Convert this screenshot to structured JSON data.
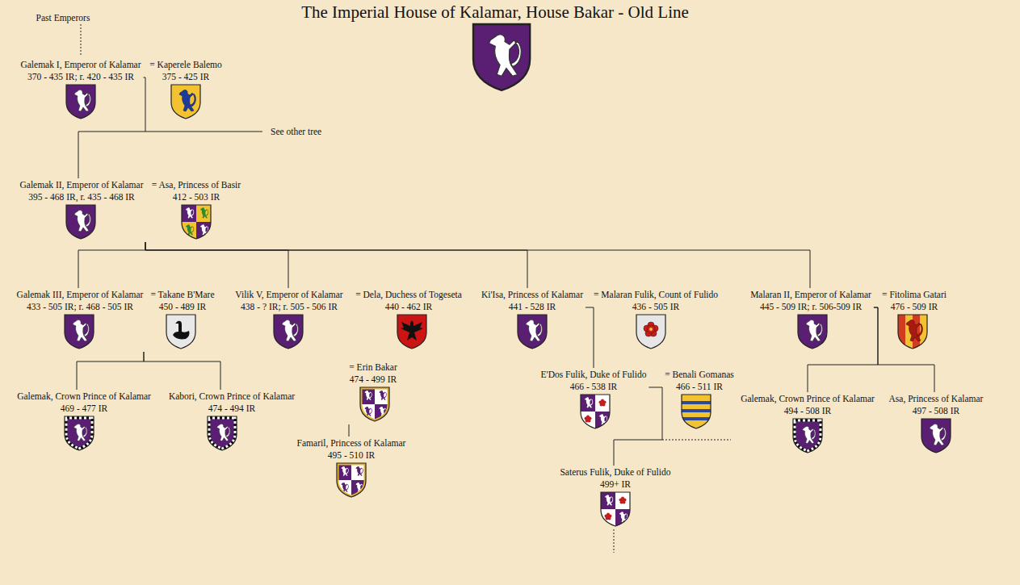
{
  "diagram": {
    "title": "The Imperial House of Kalamar, House Bakar - Old Line",
    "nodes": [
      {
        "text": [
          "Galemak I, Emperor of Kalamar",
          "370 - 435 IR; r. 420 - 435 IR"
        ]
      },
      {
        "text": [
          "= Kaperele Balemo",
          "375 - 425 IR"
        ]
      },
      {
        "text": [
          "Galemak II, Emperor of Kalamar",
          "395 - 468 IR, r. 435 - 468 IR"
        ]
      },
      {
        "text": [
          "= Asa, Princess of Basir",
          "412 - 503 IR"
        ]
      },
      {
        "text": [
          "Galemak III, Emperor of Kalamar",
          "433 - 505 IR; r. 468 - 505 IR"
        ]
      },
      {
        "text": [
          "= Takane B'Mare",
          "450 - 489 IR"
        ]
      },
      {
        "text": [
          "Vilik V, Emperor of Kalamar",
          "438 - ? IR; r. 505 - 506 IR"
        ]
      },
      {
        "text": [
          "= Dela, Duchess of Togeseta",
          "440 - 462 IR"
        ]
      },
      {
        "text": [
          "Ki'Isa, Princess of Kalamar",
          "441 - 528 IR"
        ]
      },
      {
        "text": [
          "= Malaran Fulik, Count of Fulido",
          "436 - 505 IR"
        ]
      },
      {
        "text": [
          "Malaran II, Emperor of Kalamar",
          "445 - 509 IR; r. 506-509 IR"
        ]
      },
      {
        "text": [
          "= Fitolima Gatari",
          "476 - 509 IR"
        ]
      },
      {
        "text": [
          "= Erin Bakar",
          "474 - 499 IR"
        ]
      },
      {
        "text": [
          "E'Dos Fulik, Duke of Fulido",
          "466 - 538 IR"
        ]
      },
      {
        "text": [
          "= Benali Gomanas",
          "466 - 511 IR"
        ]
      },
      {
        "text": [
          "Galemak, Crown Prince of Kalamar",
          "469 - 477 IR"
        ]
      },
      {
        "text": [
          "Kabori, Crown Prince of Kalamar",
          "474 - 494 IR"
        ]
      },
      {
        "text": [
          "Galemak, Crown Prince of Kalamar",
          "494 - 508 IR"
        ]
      },
      {
        "text": [
          "Asa, Princess of Kalamar",
          "497 - 508 IR"
        ]
      },
      {
        "text": [
          "Famaril, Princess of Kalamar",
          "495 - 510 IR"
        ]
      },
      {
        "text": [
          "Saterus Fulik, Duke of Fulido",
          "499+ IR"
        ]
      }
    ],
    "edges": [
      {
        "from": 0,
        "to": 2,
        "arrow": "none"
      },
      {
        "from": 2,
        "to": 4,
        "arrow": "none"
      },
      {
        "from": 2,
        "to": 6,
        "arrow": "none"
      },
      {
        "from": 2,
        "to": 8,
        "arrow": "none"
      },
      {
        "from": 2,
        "to": 10,
        "arrow": "none"
      },
      {
        "from": 4,
        "to": 15,
        "arrow": "none"
      },
      {
        "from": 4,
        "to": 16,
        "arrow": "none"
      },
      {
        "from": 8,
        "to": 13,
        "arrow": "none"
      },
      {
        "from": 10,
        "to": 17,
        "arrow": "none"
      },
      {
        "from": 10,
        "to": 18,
        "arrow": "none"
      },
      {
        "from": 12,
        "to": 19,
        "arrow": "none"
      },
      {
        "from": 13,
        "to": 20,
        "arrow": "none"
      }
    ],
    "labels": [
      "Past Emperors",
      "See other tree"
    ]
  }
}
